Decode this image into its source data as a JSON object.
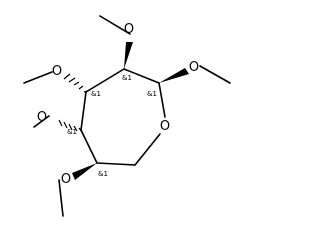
{
  "structure": {
    "stereo_label": "&1",
    "ring_oxygen": "O",
    "methoxy_oxygens": [
      "O",
      "O",
      "O",
      "O",
      "O"
    ]
  },
  "colors": {
    "ink": "#000000",
    "background": "#ffffff"
  }
}
